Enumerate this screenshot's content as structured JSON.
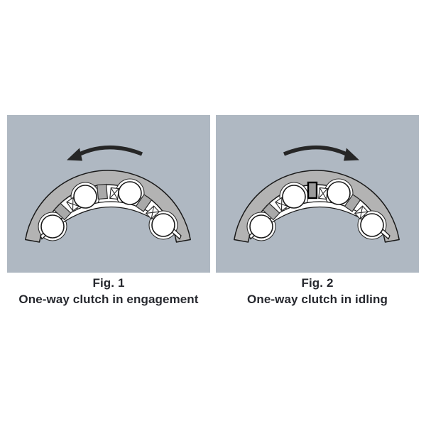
{
  "page": {
    "background_color": "#ffffff"
  },
  "colors": {
    "panel_background": "#afb8c2",
    "outer_ring_gray": "#b3b3b3",
    "outline_black": "#1a1a1a",
    "arrow_black": "#262626",
    "caption_text": "#26282e",
    "roller_fill": "#ffffff"
  },
  "figures": [
    {
      "title": "Fig. 1",
      "caption": "One-way clutch in engagement",
      "arrow_direction": "left",
      "rotation": "counterclockwise",
      "rollers_count": 4,
      "spring_count": 3,
      "highlighted_cage_block": false
    },
    {
      "title": "Fig. 2",
      "caption": "One-way clutch in idling",
      "arrow_direction": "right",
      "rotation": "clockwise",
      "rollers_count": 4,
      "spring_count": 3,
      "highlighted_cage_block": true
    }
  ]
}
